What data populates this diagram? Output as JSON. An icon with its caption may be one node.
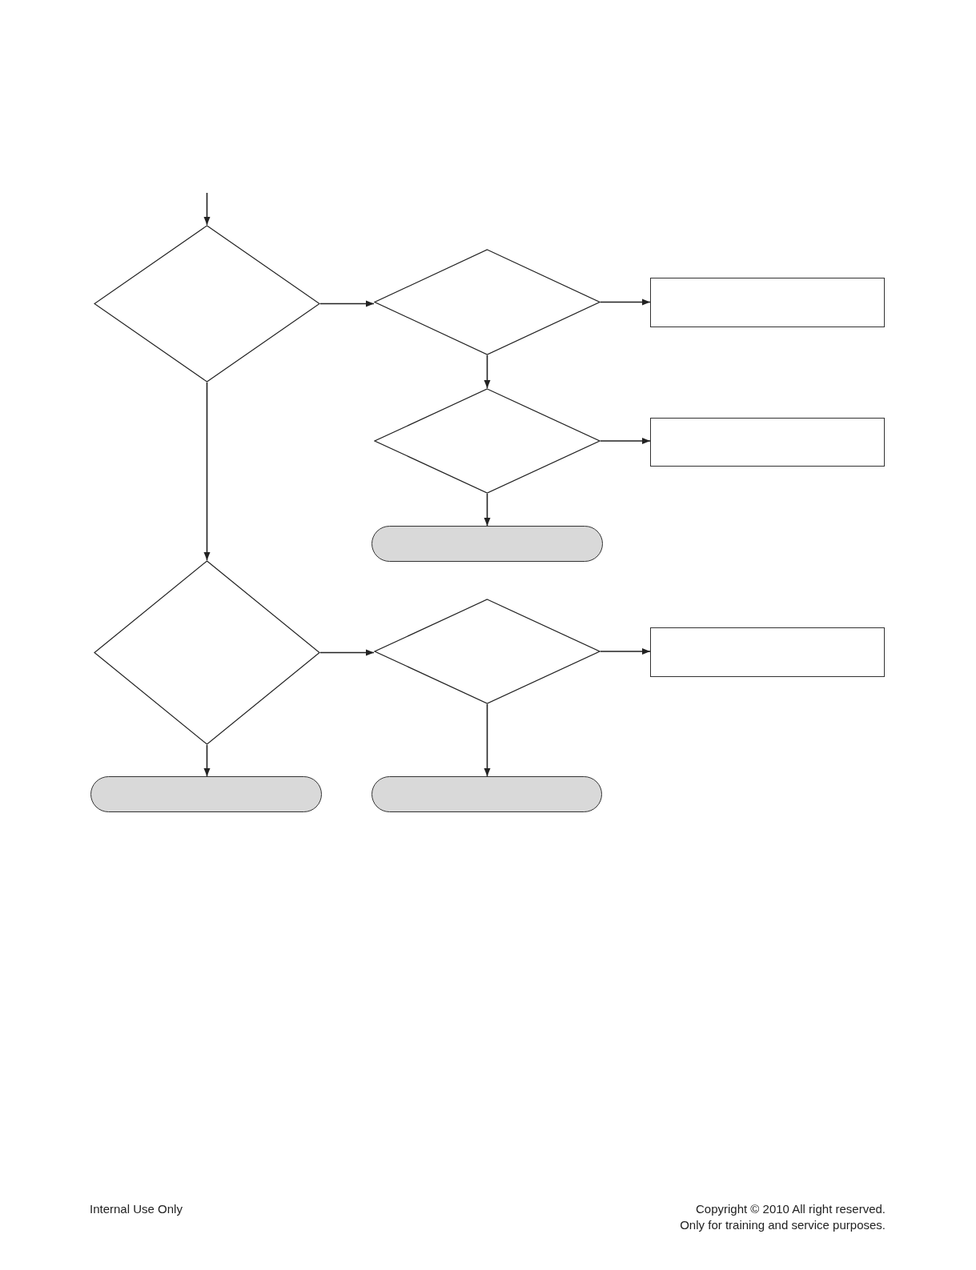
{
  "diagram": {
    "nodes": [
      {
        "text": [],
        "shape": "diamond"
      },
      {
        "text": [],
        "shape": "diamond"
      },
      {
        "text": [],
        "shape": "box"
      },
      {
        "text": [],
        "shape": "diamond"
      },
      {
        "text": [],
        "shape": "box"
      },
      {
        "text": [],
        "shape": "capsule"
      },
      {
        "text": [],
        "shape": "diamond"
      },
      {
        "text": [],
        "shape": "diamond"
      },
      {
        "text": [],
        "shape": "box"
      },
      {
        "text": [],
        "shape": "capsule"
      },
      {
        "text": [],
        "shape": "capsule"
      }
    ],
    "edges": [
      {
        "from": null,
        "to": 0,
        "arrow": "to"
      },
      {
        "from": 0,
        "to": 1,
        "arrow": "to"
      },
      {
        "from": 1,
        "to": 2,
        "arrow": "to"
      },
      {
        "from": 1,
        "to": 3,
        "arrow": "to"
      },
      {
        "from": 3,
        "to": 4,
        "arrow": "to"
      },
      {
        "from": 3,
        "to": 5,
        "arrow": "to"
      },
      {
        "from": 0,
        "to": 6,
        "arrow": "to"
      },
      {
        "from": 6,
        "to": 7,
        "arrow": "to"
      },
      {
        "from": 7,
        "to": 8,
        "arrow": "to"
      },
      {
        "from": 6,
        "to": 9,
        "arrow": "to"
      },
      {
        "from": 7,
        "to": 10,
        "arrow": "to"
      }
    ],
    "labels": [
      "Internal Use Only",
      "Copyright © 2010 All right reserved.",
      "Only for training and service purposes."
    ]
  }
}
